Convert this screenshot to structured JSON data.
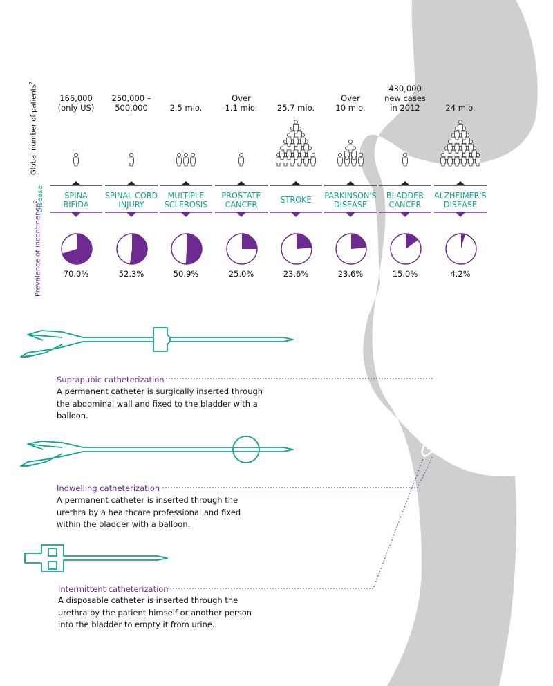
{
  "colors": {
    "teal": "#14a38f",
    "purple": "#6f2a91",
    "body": "#cfcfcf",
    "text": "#111111"
  },
  "row_labels": {
    "patients": "Global number of patients",
    "patients_sup": "2",
    "disease": "Disease",
    "prevalence": "Prevalence of incontinence",
    "prevalence_sup": "2"
  },
  "chart_data": {
    "type": "pie",
    "categories": [
      "SPINA BIFIDA",
      "SPINAL CORD INJURY",
      "MULTIPLE SCLEROSIS",
      "PROSTATE CANCER",
      "STROKE",
      "PARKINSON'S DISEASE",
      "BLADDER CANCER",
      "ALZHEIMER'S DISEASE"
    ],
    "values": [
      70.0,
      52.3,
      50.9,
      25.0,
      23.6,
      23.6,
      15.0,
      4.2
    ],
    "unit": "%"
  },
  "diseases": [
    {
      "line1": "SPINA",
      "line2": "BIFIDA",
      "count1": "166,000",
      "count2": "(only US)",
      "count3": "",
      "count4": "",
      "pct": "70.0%",
      "icons": [
        1
      ]
    },
    {
      "line1": "SPINAL CORD",
      "line2": "INJURY",
      "count1": "250,000 –",
      "count2": "500,000",
      "count3": "",
      "count4": "",
      "pct": "52.3%",
      "icons": [
        1
      ]
    },
    {
      "line1": "MULTIPLE",
      "line2": "SCLEROSIS",
      "count1": "2.5 mio.",
      "count2": "",
      "count3": "",
      "count4": "",
      "pct": "50.9%",
      "icons": [
        3
      ]
    },
    {
      "line1": "PROSTATE",
      "line2": "CANCER",
      "count1": "Over",
      "count2": "1.1 mio.",
      "count3": "",
      "count4": "",
      "pct": "25.0%",
      "icons": [
        1
      ]
    },
    {
      "line1": "STROKE",
      "line2": "",
      "count1": "25.7 mio.",
      "count2": "",
      "count3": "",
      "count4": "",
      "pct": "23.6%",
      "icons": [
        1,
        2,
        3,
        4,
        5,
        6
      ]
    },
    {
      "line1": "PARKINSON'S",
      "line2": "DISEASE",
      "count1": "Over",
      "count2": "10 mio.",
      "count3": "",
      "count4": "",
      "pct": "23.6%",
      "icons": [
        1,
        2,
        4
      ]
    },
    {
      "line1": "BLADDER",
      "line2": "CANCER",
      "count1": "430,000",
      "count2": "new cases",
      "count3": "in 2012",
      "count4": "",
      "pct": "15.0%",
      "icons": [
        1
      ]
    },
    {
      "line1": "ALZHEIMER'S",
      "line2": "DISEASE",
      "count1": "24 mio.",
      "count2": "",
      "count3": "",
      "count4": "",
      "pct": "4.2%",
      "icons": [
        1,
        2,
        3,
        4,
        5,
        6
      ]
    }
  ],
  "catheters": [
    {
      "title": "Suprapubic catheterization",
      "desc": "A permanent catheter is surgically inserted through the abdominal wall and fixed to the bladder with a balloon.",
      "icon": "suprapubic-catheter-icon"
    },
    {
      "title": "Indwelling catheterization",
      "desc": "A permanent catheter is inserted through the urethra by a healthcare professional and fixed within the bladder with a balloon.",
      "icon": "indwelling-catheter-icon"
    },
    {
      "title": "Intermittent catheterization",
      "desc": "A disposable catheter is inserted through the urethra by the patient himself or another person into the bladder to empty it from urine.",
      "icon": "intermittent-catheter-icon"
    }
  ]
}
